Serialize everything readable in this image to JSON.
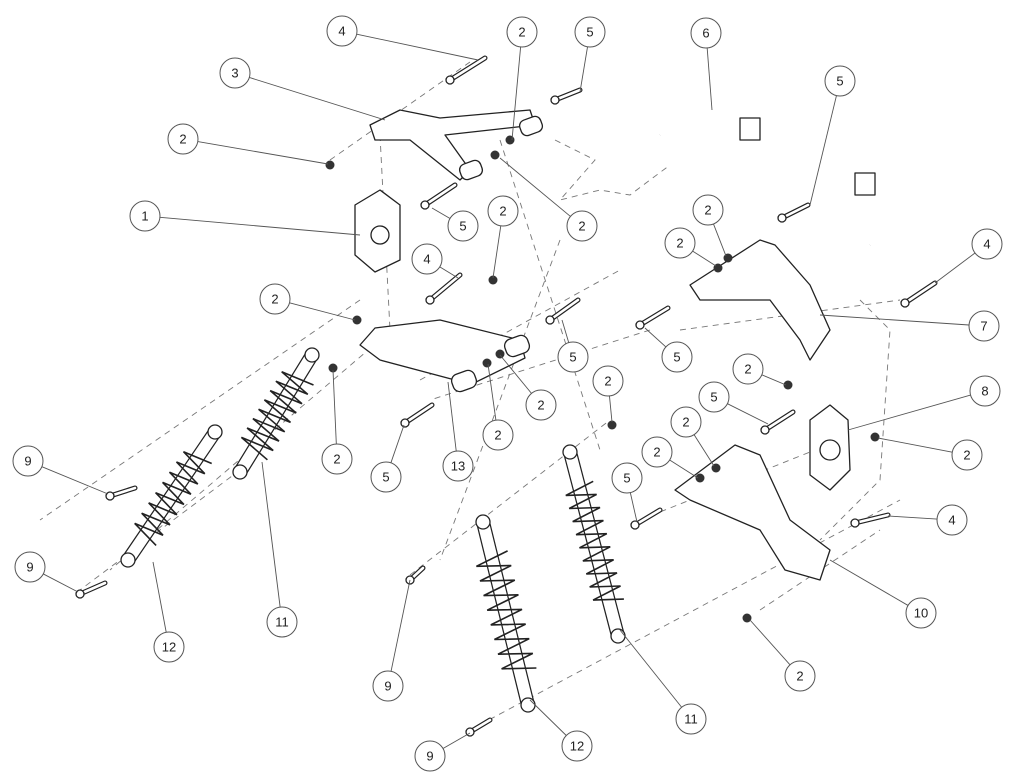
{
  "diagram": {
    "title": "Suspension exploded view",
    "callouts": [
      "4",
      "2",
      "5",
      "6",
      "3",
      "5",
      "2",
      "1",
      "5",
      "2",
      "2",
      "2",
      "2",
      "4",
      "4",
      "2",
      "7",
      "5",
      "5",
      "2",
      "2",
      "8",
      "5",
      "2",
      "2",
      "2",
      "2",
      "9",
      "5",
      "13",
      "2",
      "2",
      "5",
      "4",
      "9",
      "11",
      "10",
      "12",
      "9",
      "2",
      "11",
      "12",
      "9"
    ]
  }
}
